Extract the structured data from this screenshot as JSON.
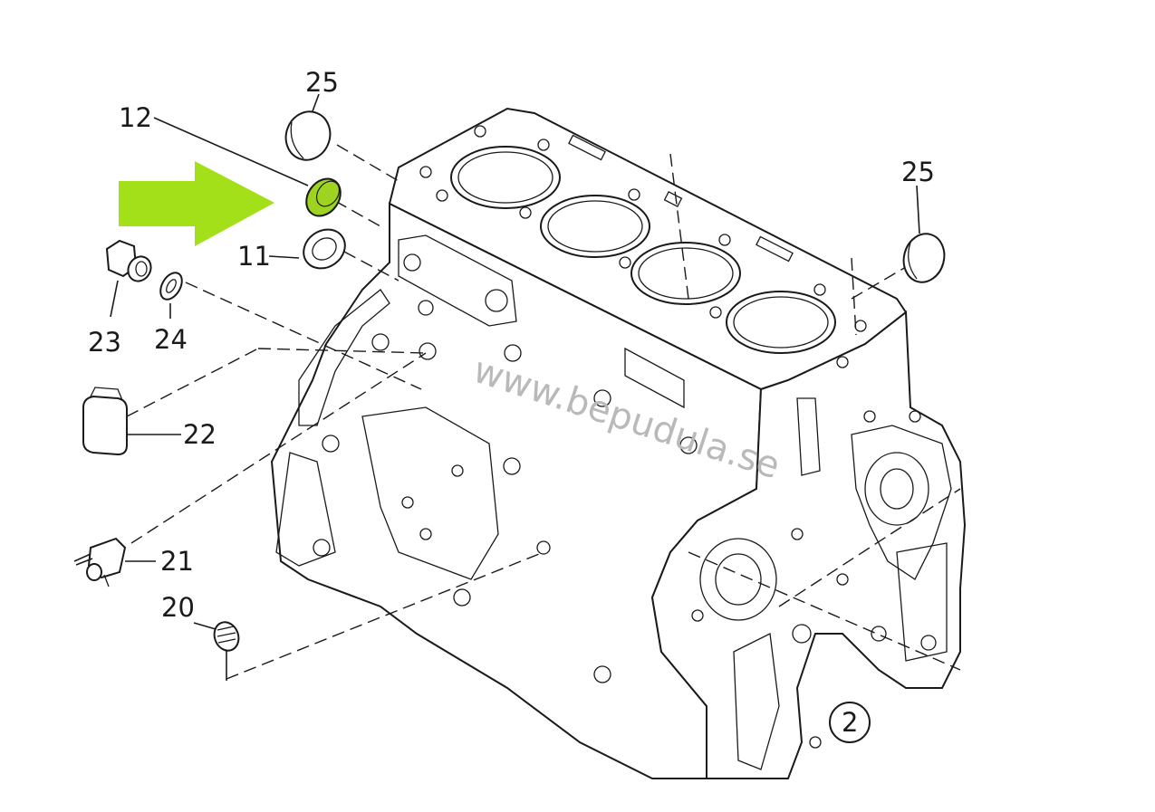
{
  "diagram": {
    "labels": {
      "part_25_top": "25",
      "part_12": "12",
      "part_11": "11",
      "part_25_right": "25",
      "part_23": "23",
      "part_24": "24",
      "part_22": "22",
      "part_21": "21",
      "part_20": "20",
      "view_number": "2"
    },
    "watermark": "www.bepudula.se",
    "highlight": {
      "arrow_color": "#a4e019",
      "part_color": "#9ed321",
      "highlighted_part": "12"
    }
  }
}
